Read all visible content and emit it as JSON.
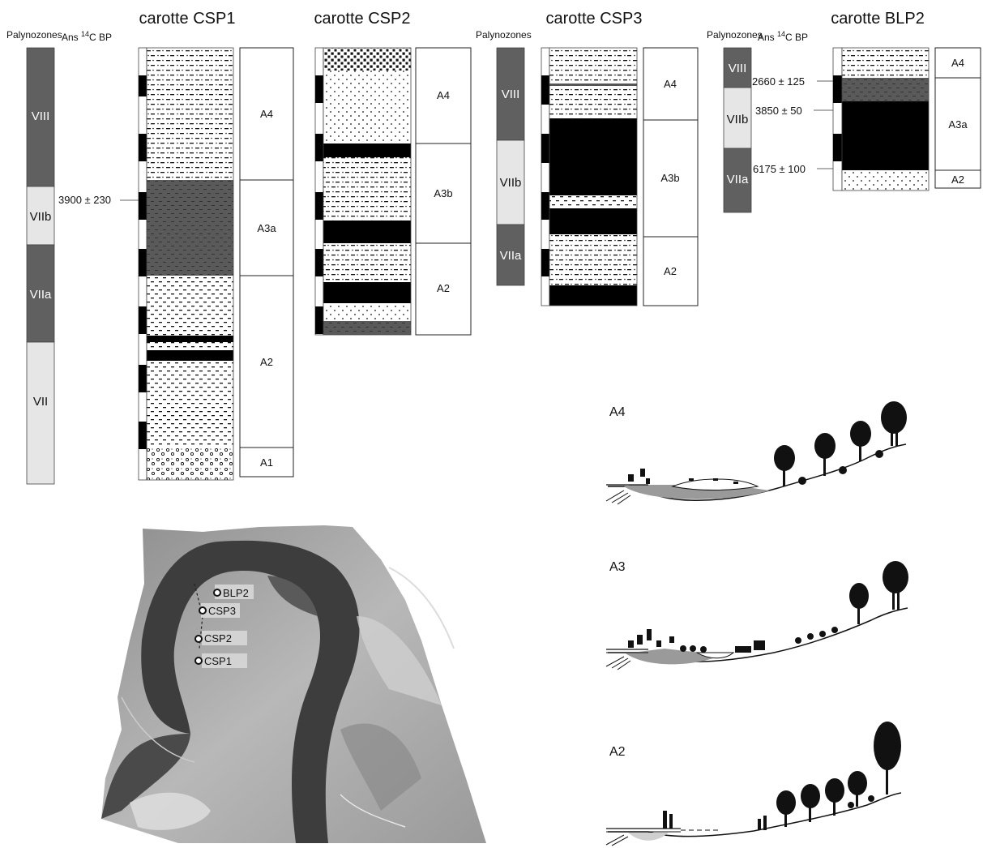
{
  "colors": {
    "zone_dark": "#606060",
    "zone_light": "#e6e6e6",
    "clay": "#000000",
    "organic": "#555555"
  },
  "cores": {
    "csp1": {
      "title": "carotte CSP1",
      "units": [
        "A4",
        "A3a",
        "A2",
        "A1"
      ]
    },
    "csp2": {
      "title": "carotte CSP2",
      "units": [
        "A4",
        "A3b",
        "A2"
      ]
    },
    "csp3": {
      "title": "carotte CSP3",
      "units": [
        "A4",
        "A3b",
        "A2"
      ]
    },
    "blp2": {
      "title": "carotte BLP2",
      "units": [
        "A4",
        "A3a",
        "A2"
      ]
    }
  },
  "palynozones_label": "Palynozones",
  "palynozones_csp1": [
    "VIII",
    "VIIb",
    "VIIa",
    "VII"
  ],
  "palynozones_csp3": [
    "VIII",
    "VIIb",
    "VIIa"
  ],
  "palynozones_blp2": [
    "VIII",
    "VIIb",
    "VIIa"
  ],
  "age_label_main": "Ans ",
  "age_label_sup": "14",
  "age_label_end": "C BP",
  "dates_csp1": [
    "3900 ± 230"
  ],
  "dates_blp2": [
    "2660 ± 125",
    "3850 ± 50",
    "6175 ± 100"
  ],
  "map_labels": [
    "BLP2",
    "CSP3",
    "CSP2",
    "CSP1"
  ],
  "profiles": [
    "A4",
    "A3",
    "A2"
  ]
}
